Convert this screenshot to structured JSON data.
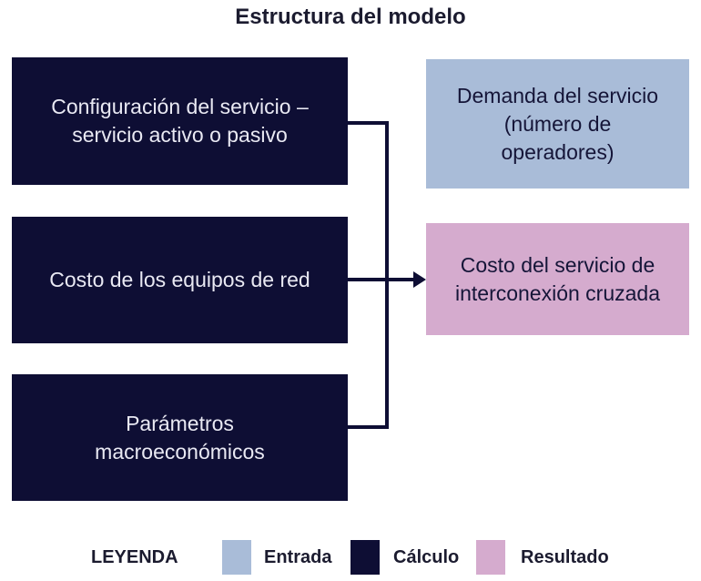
{
  "title": "Estructura del modelo",
  "colors": {
    "calculo": "#0e0e34",
    "entrada": "#a9bcd8",
    "resultado": "#d5abce",
    "connector": "#0e0e34",
    "title_text": "#1b1b2f",
    "light_text_on_dark": "#e9e9f3",
    "dark_text_on_light": "#151538"
  },
  "boxes": {
    "configuracion": {
      "type": "calculo",
      "lines": [
        "Configuración del servicio –",
        "servicio activo o pasivo"
      ]
    },
    "costo_equipos": {
      "type": "calculo",
      "lines": [
        "Costo de los equipos de red"
      ]
    },
    "parametros": {
      "type": "calculo",
      "lines": [
        "Parámetros",
        "macroeconómicos"
      ]
    },
    "demanda": {
      "type": "entrada",
      "lines": [
        "Demanda del servicio",
        "(número de",
        "operadores)"
      ]
    },
    "costo_servicio": {
      "type": "resultado",
      "lines": [
        "Costo del servicio de",
        "interconexión cruzada"
      ]
    }
  },
  "legend": {
    "label": "LEYENDA",
    "items": [
      {
        "name": "Entrada",
        "color": "#a9bcd8"
      },
      {
        "name": "Cálculo",
        "color": "#0e0e34"
      },
      {
        "name": "Resultado",
        "color": "#d5abce"
      }
    ]
  }
}
